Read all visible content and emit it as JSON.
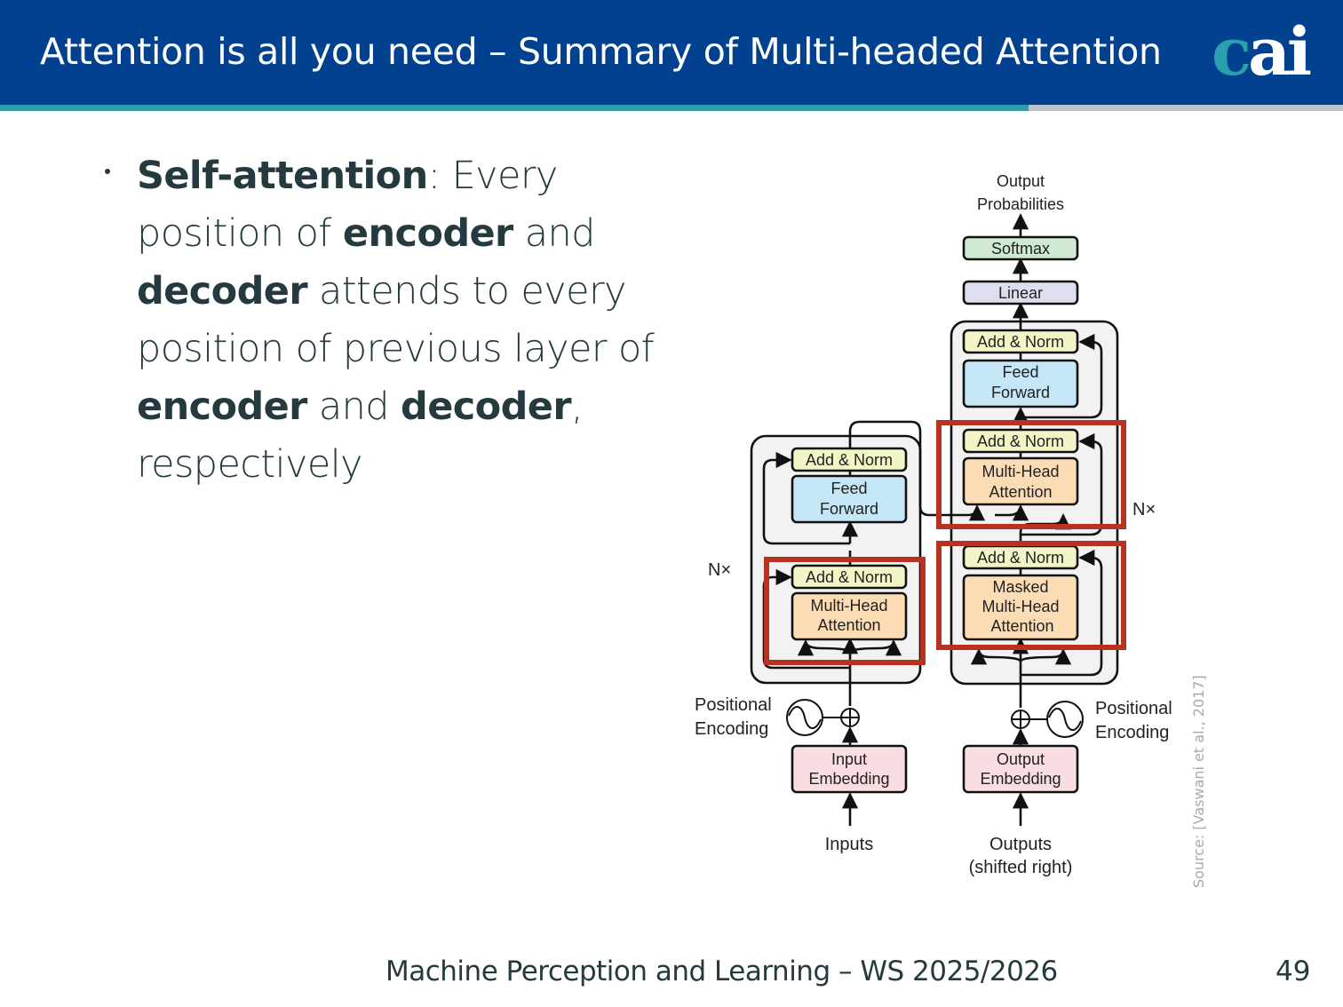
{
  "header": {
    "title": "Attention is all you need – Summary of Multi-headed Attention",
    "logo_c": "c",
    "logo_ai": "ai",
    "colors": {
      "bar": "#01418f",
      "accent_teal": "#2e9db0",
      "accent_grey": "#b8c6cc"
    }
  },
  "bullet": {
    "term": "Self-attention",
    "colon": ":",
    "seg1": " Every position of ",
    "bold1": "encoder",
    "seg2": " and ",
    "bold2": "decoder",
    "seg3": " attends to every position of previous layer of ",
    "bold3": "encoder",
    "seg4": " and ",
    "bold4": "decoder",
    "seg5": ", respectively"
  },
  "diagram": {
    "output_probabilities": [
      "Output",
      "Probabilities"
    ],
    "softmax": "Softmax",
    "linear": "Linear",
    "encoder": {
      "repeat": "N×",
      "add_norm_top": "Add & Norm",
      "feed_forward": [
        "Feed",
        "Forward"
      ],
      "add_norm_bottom": "Add & Norm",
      "mha": [
        "Multi-Head",
        "Attention"
      ],
      "pos_enc": [
        "Positional",
        "Encoding"
      ],
      "embedding": [
        "Input",
        "Embedding"
      ],
      "input_label": "Inputs"
    },
    "decoder": {
      "repeat": "N×",
      "add_norm_top": "Add & Norm",
      "feed_forward": [
        "Feed",
        "Forward"
      ],
      "add_norm_mid": "Add & Norm",
      "mha": [
        "Multi-Head",
        "Attention"
      ],
      "add_norm_bottom": "Add & Norm",
      "masked_mha": [
        "Masked",
        "Multi-Head",
        "Attention"
      ],
      "pos_enc": [
        "Positional",
        "Encoding"
      ],
      "embedding": [
        "Output",
        "Embedding"
      ],
      "input_label": [
        "Outputs",
        "(shifted right)"
      ]
    },
    "colors": {
      "add_norm": "#f3f5c6",
      "feed_forward": "#c4e6f6",
      "attention": "#fcdcb4",
      "embedding": "#f9dde0",
      "softmax": "#cfe9d3",
      "linear": "#dcdff0",
      "block_bg": "#f2f2f2",
      "highlight": "#b83221"
    }
  },
  "source": "Source: [Vaswani et al., 2017]",
  "footer": {
    "course": "Machine Perception and Learning – WS 2025/2026",
    "page": "49"
  }
}
